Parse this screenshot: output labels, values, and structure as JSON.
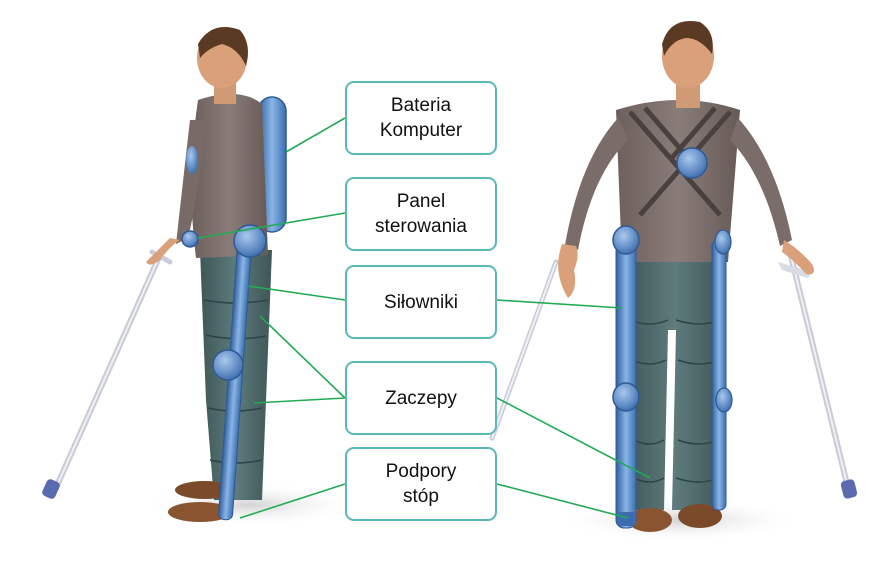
{
  "labels": [
    {
      "id": "battery-computer",
      "lines": [
        "Bateria",
        "Komputer"
      ]
    },
    {
      "id": "control-panel",
      "lines": [
        "Panel",
        "sterowania"
      ]
    },
    {
      "id": "actuators",
      "lines": [
        "Siłowniki"
      ]
    },
    {
      "id": "clips",
      "lines": [
        "Zaczepy"
      ]
    },
    {
      "id": "foot-supports",
      "lines": [
        "Podpory",
        "stóp"
      ]
    }
  ],
  "colors": {
    "box_border": "#5bb8b7",
    "leader_line": "#22aa55",
    "exo_blue": "#4a7fc4",
    "exo_blue_light": "#8ab4e6",
    "shirt": "#7d706c",
    "pants": "#4f6b6c",
    "skin": "#d9a07a",
    "hair": "#5a3a22",
    "shoes": "#7a4a2a",
    "crutch": "#c9ccd6",
    "crutch_tip": "#5a6bb0"
  },
  "figures": [
    {
      "view": "side"
    },
    {
      "view": "front"
    }
  ]
}
